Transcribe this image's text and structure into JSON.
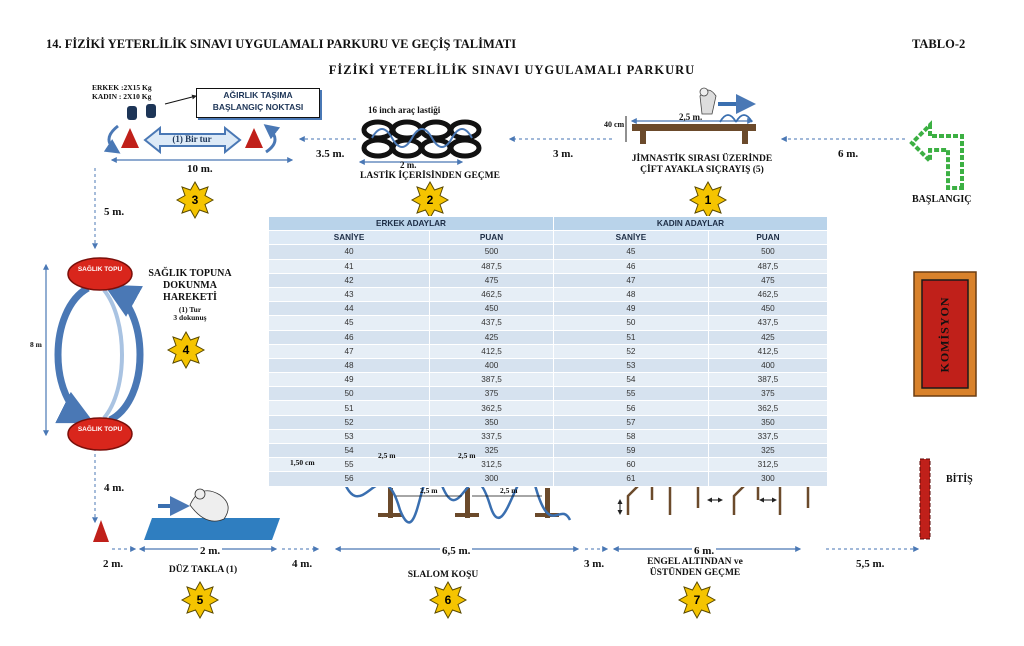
{
  "header": {
    "title": "14. FİZİKİ YETERLİLİK SINAVI UYGULAMALI PARKURU VE GEÇİŞ TALİMATI",
    "table_code": "TABLO-2"
  },
  "diagram": {
    "title": "FİZİKİ YETERLİLİK SINAVI UYGULAMALI PARKURU",
    "start_label": "BAŞLANGIÇ",
    "finish_label": "BİTİŞ",
    "commission_label": "KOMİSYON",
    "stations": {
      "s1": {
        "number": "1",
        "caption_line1": "JİMNASTİK SIRASI ÜZERİNDE",
        "caption_line2": "ÇİFT AYAKLA SIÇRAYIŞ (5)",
        "height_label": "40 cm",
        "length_label": "2,5 m."
      },
      "s2": {
        "number": "2",
        "top_label": "16 inch araç lastiği",
        "length_label": "2 m.",
        "caption": "LASTİK İÇERİSİNDEN GEÇME"
      },
      "s3": {
        "number": "3",
        "weights_line1": "ERKEK :2X15 Kg",
        "weights_line2": "KADIN : 2X10 Kg",
        "box_line1": "AĞIRLIK TAŞIMA",
        "box_line2": "BAŞLANGIÇ NOKTASI",
        "loop_label": "(1) Bir tur",
        "length_label": "10 m."
      },
      "s4": {
        "number": "4",
        "ball_label": "SAĞLIK TOPU",
        "caption_line1": "SAĞLIK TOPUNA",
        "caption_line2": "DOKUNMA",
        "caption_line3": "HAREKETİ",
        "note_line1": "(1) Tur",
        "note_line2": "3 dokunuş",
        "side_label": "8 m"
      },
      "s5": {
        "number": "5",
        "caption": "DÜZ TAKLA (1)",
        "length_label": "2 m."
      },
      "s6": {
        "number": "6",
        "caption": "SLALOM KOŞU",
        "height_label": "1,50 cm",
        "gap_label": "2,5 m",
        "length_label": "6,5 m."
      },
      "s7": {
        "number": "7",
        "caption_line1": "ENGEL ALTINDAN ve",
        "caption_line2": "ÜSTÜNDEN GEÇME",
        "length_label": "6 m."
      }
    },
    "distances": {
      "start_to_s1": "6 m.",
      "s1_to_s2": "3 m.",
      "s2_to_s3": "3.5 m.",
      "s3_to_s4": "5 m.",
      "s4_to_s5": "4 m.",
      "before_s5": "2 m.",
      "s5_to_s6": "4 m.",
      "s6_to_s7": "3 m.",
      "s7_to_finish": "5,5 m."
    }
  },
  "chart_data": {
    "type": "table",
    "groups": [
      "ERKEK ADAYLAR",
      "KADIN ADAYLAR"
    ],
    "columns": [
      "SANİYE",
      "PUAN",
      "SANİYE",
      "PUAN"
    ],
    "rows": [
      [
        "40",
        "500",
        "45",
        "500"
      ],
      [
        "41",
        "487,5",
        "46",
        "487,5"
      ],
      [
        "42",
        "475",
        "47",
        "475"
      ],
      [
        "43",
        "462,5",
        "48",
        "462,5"
      ],
      [
        "44",
        "450",
        "49",
        "450"
      ],
      [
        "45",
        "437,5",
        "50",
        "437,5"
      ],
      [
        "46",
        "425",
        "51",
        "425"
      ],
      [
        "47",
        "412,5",
        "52",
        "412,5"
      ],
      [
        "48",
        "400",
        "53",
        "400"
      ],
      [
        "49",
        "387,5",
        "54",
        "387,5"
      ],
      [
        "50",
        "375",
        "55",
        "375"
      ],
      [
        "51",
        "362,5",
        "56",
        "362,5"
      ],
      [
        "52",
        "350",
        "57",
        "350"
      ],
      [
        "53",
        "337,5",
        "58",
        "337,5"
      ],
      [
        "54",
        "325",
        "59",
        "325"
      ],
      [
        "55",
        "312,5",
        "60",
        "312,5"
      ],
      [
        "56",
        "300",
        "61",
        "300"
      ]
    ]
  },
  "colors": {
    "star_fill": "#f5c400",
    "star_stroke": "#5a4a00",
    "arrow_blue": "#4a78b5",
    "start_green": "#3cb043",
    "ball_red": "#d9261c",
    "commission_orange": "#d9822b",
    "commission_red": "#c0201a",
    "mat_blue": "#2f7ec0",
    "bench_brown": "#6b4a2b",
    "cone_red": "#c0201a"
  }
}
